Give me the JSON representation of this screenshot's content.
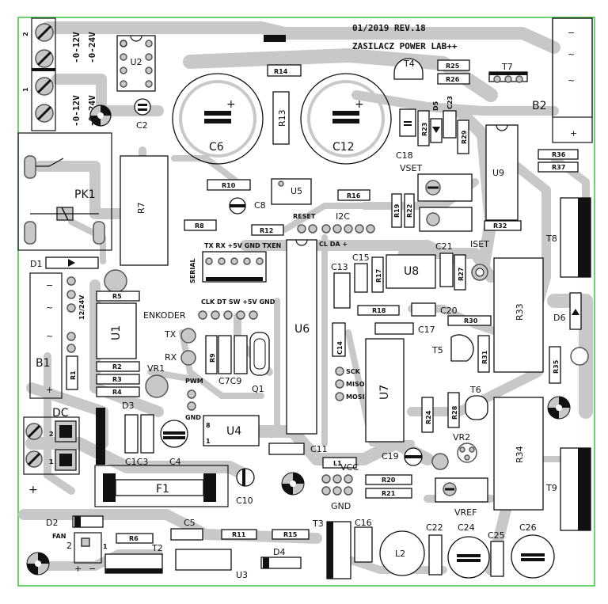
{
  "header": {
    "date_rev": "01/2019   REV.18",
    "title": "ZASILACZ POWER LAB++"
  },
  "labels": {
    "u2": "U2",
    "c2": "C2",
    "c6": "C6",
    "c12": "C12",
    "r13": "R13",
    "r14": "R14",
    "r25": "R25",
    "r26": "R26",
    "t4": "T4",
    "t7": "T7",
    "b2": "B2",
    "d5": "D5",
    "c23": "C23",
    "r23": "R23",
    "r29": "R29",
    "c18": "C18",
    "vset": "VSET",
    "r36": "R36",
    "r37": "R37",
    "u9": "U9",
    "pk1": "PK1",
    "r7": "R7",
    "r10": "R10",
    "c8": "C8",
    "u5": "U5",
    "r16": "R16",
    "r19": "R19",
    "r22": "R22",
    "r8": "R8",
    "r12": "R12",
    "i2c": "I2C",
    "reset": "RESET",
    "cl_da": "CL DA +",
    "r32": "R32",
    "t8": "T8",
    "d1": "D1",
    "serial": "SERIAL",
    "c13": "C13",
    "c15": "C15",
    "r17": "R17",
    "u8": "U8",
    "c21": "C21",
    "r27": "R27",
    "iset": "ISET",
    "r5": "R5",
    "v1224": "12/24V",
    "u1": "U1",
    "b1": "B1",
    "enkoder": "ENKODER",
    "tx": "TX",
    "rx": "RX",
    "r18": "R18",
    "c20": "C20",
    "r30": "R30",
    "r33": "R33",
    "d6": "D6",
    "c14": "C14",
    "u6": "U6",
    "c17": "C17",
    "t5": "T5",
    "r31": "R31",
    "r35": "R35",
    "r2": "R2",
    "r3": "R3",
    "r4": "R4",
    "r1": "R1",
    "vr1": "VR1",
    "r9": "R9",
    "c7c9": "C7C9",
    "q1": "Q1",
    "pwm": "PWM",
    "gnd": "GND",
    "u7": "U7",
    "t6": "T6",
    "r24": "R24",
    "r28": "R28",
    "dc": "DC",
    "d3": "D3",
    "u4": "U4",
    "c4": "C4",
    "c1c3": "C1C3",
    "c11": "C11",
    "l1": "L1",
    "c19": "C19",
    "vr2": "VR2",
    "r34": "R34",
    "t9": "T9",
    "f1": "F1",
    "c10": "C10",
    "vcc": "VCC",
    "gnd2": "GND",
    "r20": "R20",
    "r21": "R21",
    "vref": "VREF",
    "d2": "D2",
    "fan": "FAN",
    "r6": "R6",
    "t2": "T2",
    "c5": "C5",
    "r11": "R11",
    "r15": "R15",
    "t3": "T3",
    "c16": "C16",
    "l2": "L2",
    "c22": "C22",
    "c24": "C24",
    "c25": "C25",
    "c26": "C26",
    "d4": "D4",
    "u3": "U3",
    "v0_12": "-0-12V",
    "v0_24": "-0-24V",
    "v0_12b": "-0-12V",
    "v0_24b": "-0-24V",
    "serial_pins": "TX RX +5V GND TXEN",
    "enc_pins": "CLK DT SW +5V GND",
    "sck": "SCK",
    "miso": "MISO",
    "mosi": "MOSI",
    "plus": "+",
    "minus": "−",
    "plus2": "+",
    "pin2": "2",
    "pin1": "1",
    "pin8": "8",
    "pin1b": "1",
    "gnd_bot": "GND",
    "tilde": "~"
  }
}
